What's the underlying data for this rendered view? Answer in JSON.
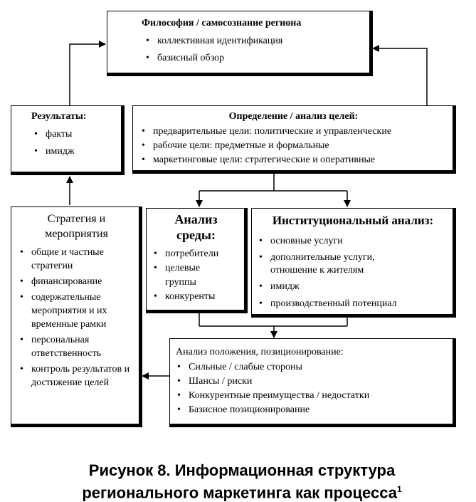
{
  "philosophy": {
    "title": "Философия / самосознание региона",
    "items": [
      "коллективная идентификация",
      "базисный обзор"
    ]
  },
  "results": {
    "title": "Результаты:",
    "items": [
      "факты",
      "имидж"
    ]
  },
  "goals": {
    "title": "Определение / анализ целей:",
    "items": [
      "предварительные цели: политические и управленческие",
      "рабочие цели: предметные и формальные",
      "маркетинговые цели: стратегические и оперативные"
    ]
  },
  "strategy": {
    "title": "Стратегия и мероприятия",
    "items": [
      "общие и частные стратегии",
      "финансирование",
      "содержательные мероприятия и их временные рамки",
      "персональная ответственность",
      "контроль результатов и достижение целей"
    ]
  },
  "environment": {
    "title": "Анализ среды:",
    "items": [
      "потребители",
      "целевые группы",
      "конкуренты"
    ]
  },
  "institutional": {
    "title": "Институциональный анализ:",
    "items": [
      "основные услуги",
      "дополнительные услуги, отношение к жителям",
      "имидж",
      "производственный потенциал"
    ]
  },
  "positioning": {
    "title": "Анализ положения, позиционирование:",
    "items": [
      "Сильные / слабые стороны",
      "Шансы / риски",
      "Конкурентные преимущества / недостатки",
      "Базисное позиционирование"
    ]
  },
  "caption": {
    "line1": "Рисунок 8. Информационная структура",
    "line2": "регионального маркетинга как процесса",
    "footnote": "1"
  }
}
